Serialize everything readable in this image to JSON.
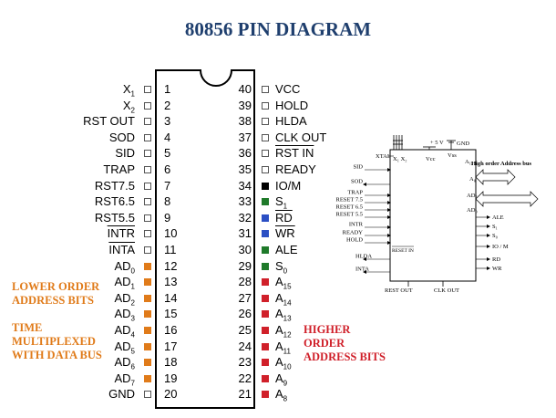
{
  "title": "80856 PIN DIAGRAM",
  "colors": {
    "title": "#1f3f6e",
    "orange": "#e07b1a",
    "red": "#d0202a",
    "green": "#1f7a2a",
    "blue": "#2b4fc4",
    "black": "#000000"
  },
  "left_pins": [
    {
      "num": "1",
      "name": "X",
      "sub": "1",
      "over": false,
      "box": "empty"
    },
    {
      "num": "2",
      "name": "X",
      "sub": "2",
      "over": false,
      "box": "empty"
    },
    {
      "num": "3",
      "name": "RST OUT",
      "sub": "",
      "over": false,
      "box": "empty"
    },
    {
      "num": "4",
      "name": "SOD",
      "sub": "",
      "over": false,
      "box": "empty"
    },
    {
      "num": "5",
      "name": "SID",
      "sub": "",
      "over": false,
      "box": "empty"
    },
    {
      "num": "6",
      "name": "TRAP",
      "sub": "",
      "over": false,
      "box": "empty"
    },
    {
      "num": "7",
      "name": "RST7.5",
      "sub": "",
      "over": false,
      "box": "empty"
    },
    {
      "num": "8",
      "name": "RST6.5",
      "sub": "",
      "over": false,
      "box": "empty"
    },
    {
      "num": "9",
      "name": "RST5.5",
      "sub": "",
      "over": false,
      "box": "empty"
    },
    {
      "num": "10",
      "name": "INTR",
      "sub": "",
      "over": true,
      "box": "empty"
    },
    {
      "num": "11",
      "name": "INTA",
      "sub": "",
      "over": true,
      "box": "empty"
    },
    {
      "num": "12",
      "name": "AD",
      "sub": "0",
      "over": false,
      "box": "orange"
    },
    {
      "num": "13",
      "name": "AD",
      "sub": "1",
      "over": false,
      "box": "orange"
    },
    {
      "num": "14",
      "name": "AD",
      "sub": "2",
      "over": false,
      "box": "orange"
    },
    {
      "num": "15",
      "name": "AD",
      "sub": "3",
      "over": false,
      "box": "orange"
    },
    {
      "num": "16",
      "name": "AD",
      "sub": "4",
      "over": false,
      "box": "orange"
    },
    {
      "num": "17",
      "name": "AD",
      "sub": "5",
      "over": false,
      "box": "orange"
    },
    {
      "num": "18",
      "name": "AD",
      "sub": "6",
      "over": false,
      "box": "orange"
    },
    {
      "num": "19",
      "name": "AD",
      "sub": "7",
      "over": false,
      "box": "orange"
    },
    {
      "num": "20",
      "name": "GND",
      "sub": "",
      "over": false,
      "box": "empty"
    }
  ],
  "right_pins": [
    {
      "num": "40",
      "name": "VCC",
      "sub": "",
      "over": false,
      "box": "empty"
    },
    {
      "num": "39",
      "name": "HOLD",
      "sub": "",
      "over": false,
      "box": "empty"
    },
    {
      "num": "38",
      "name": "HLDA",
      "sub": "",
      "over": false,
      "box": "empty"
    },
    {
      "num": "37",
      "name": "CLK OUT",
      "sub": "",
      "over": false,
      "box": "empty"
    },
    {
      "num": "36",
      "name": "RST IN",
      "sub": "",
      "over": true,
      "box": "empty"
    },
    {
      "num": "35",
      "name": "READY",
      "sub": "",
      "over": false,
      "box": "empty"
    },
    {
      "num": "34",
      "name": "IO/M",
      "sub": "",
      "over": false,
      "box": "black"
    },
    {
      "num": "33",
      "name": "S",
      "sub": "1",
      "over": false,
      "box": "green"
    },
    {
      "num": "32",
      "name": "RD",
      "sub": "",
      "over": true,
      "box": "blue"
    },
    {
      "num": "31",
      "name": "WR",
      "sub": "",
      "over": true,
      "box": "blue"
    },
    {
      "num": "30",
      "name": "ALE",
      "sub": "",
      "over": false,
      "box": "green"
    },
    {
      "num": "29",
      "name": "S",
      "sub": "0",
      "over": false,
      "box": "green"
    },
    {
      "num": "28",
      "name": "A",
      "sub": "15",
      "over": false,
      "box": "red"
    },
    {
      "num": "27",
      "name": "A",
      "sub": "14",
      "over": false,
      "box": "red"
    },
    {
      "num": "26",
      "name": "A",
      "sub": "13",
      "over": false,
      "box": "red"
    },
    {
      "num": "25",
      "name": "A",
      "sub": "12",
      "over": false,
      "box": "red"
    },
    {
      "num": "24",
      "name": "A",
      "sub": "11",
      "over": false,
      "box": "red"
    },
    {
      "num": "23",
      "name": "A",
      "sub": "10",
      "over": false,
      "box": "red"
    },
    {
      "num": "22",
      "name": "A",
      "sub": "9",
      "over": false,
      "box": "red"
    },
    {
      "num": "21",
      "name": "A",
      "sub": "8",
      "over": false,
      "box": "red"
    }
  ],
  "notes": {
    "lower_order": "LOWER ORDER\nADDRESS BITS",
    "multiplexed": "TIME\nMULTIPLEXED\nWITH DATA BUS",
    "higher_order": "HIGHER\nORDER\nADDRESS BITS"
  },
  "block_diagram": {
    "top": {
      "xtal": "XTAL",
      "vcc": "+ 5 V",
      "gnd": "GND"
    },
    "inside_top": {
      "x1x2": "X₁ X₂",
      "vcc": "Vcc",
      "vss": "Vss",
      "a15": "A₁₅"
    },
    "left_inputs": [
      "SID",
      "SOD",
      "TRAP",
      "RESET 7.5",
      "RESET 6.5",
      "RESET 5.5",
      "INTR",
      "READY",
      "HOLD"
    ],
    "left_inside": "RESET IN",
    "left_outputs": [
      "HLDA",
      "INTA"
    ],
    "right_labels": {
      "a8": "A₈",
      "ad7": "AD₇",
      "ad0": "AD₀",
      "high_bus": "High order Address bus"
    },
    "right_outputs": [
      "ALE",
      "S₁",
      "S₀",
      "IO / M",
      "RD",
      "WR"
    ],
    "bottom": {
      "rest_out": "REST OUT",
      "clk_out": "CLK OUT"
    }
  }
}
